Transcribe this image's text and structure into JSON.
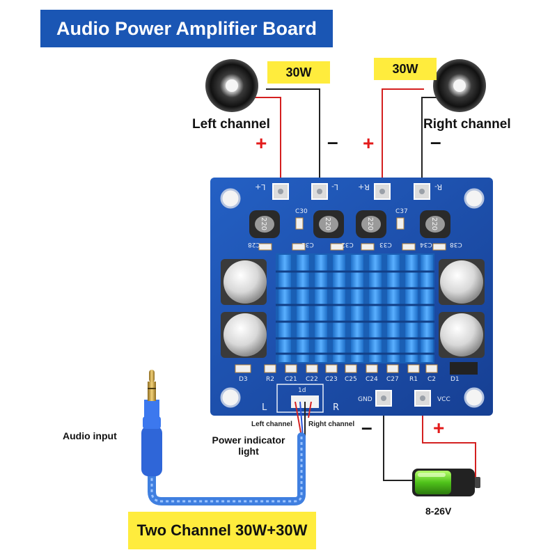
{
  "title": "Audio Power Amplifier Board",
  "left_power": "30W",
  "right_power": "30W",
  "left_channel_label": "Left channel",
  "right_channel_label": "Right channel",
  "plus_symbol": "+",
  "minus_symbol": "–",
  "audio_input_label": "Audio input",
  "power_indicator_label_line1": "Power indicator",
  "power_indicator_label_line2": "light",
  "wire_left_label": "Left channel",
  "wire_right_label": "Right channel",
  "voltage_label": "8-26V",
  "bottom_banner": "Two Channel 30W+30W",
  "board_labels": {
    "l_plus": "L+",
    "l_minus": "L-",
    "r_plus": "R+",
    "r_minus": "R-",
    "gnd": "GND",
    "vcc": "VCC",
    "ld": "1d",
    "l": "L",
    "r": "R",
    "c30": "C30",
    "c37": "C37",
    "c28": "C28",
    "c31": "C31",
    "c32": "C32",
    "c33": "C33",
    "c34": "C34",
    "c38": "C38",
    "d3": "D3",
    "d1": "D1",
    "r2": "R2",
    "c21": "C21",
    "c22": "C22",
    "c23": "C23",
    "c25": "C25",
    "c24": "C24",
    "c27": "C27",
    "r1": "R1",
    "c2": "C2",
    "inductor_text": "220"
  },
  "colors": {
    "banner_blue": "#1a56b4",
    "banner_yellow": "#ffec3d",
    "pcb_blue": "#1b4fae",
    "heatsink": "#2e8fe0",
    "wire_red": "#d42020",
    "wire_black": "#222222",
    "cable_blue": "#3f7fe0"
  }
}
